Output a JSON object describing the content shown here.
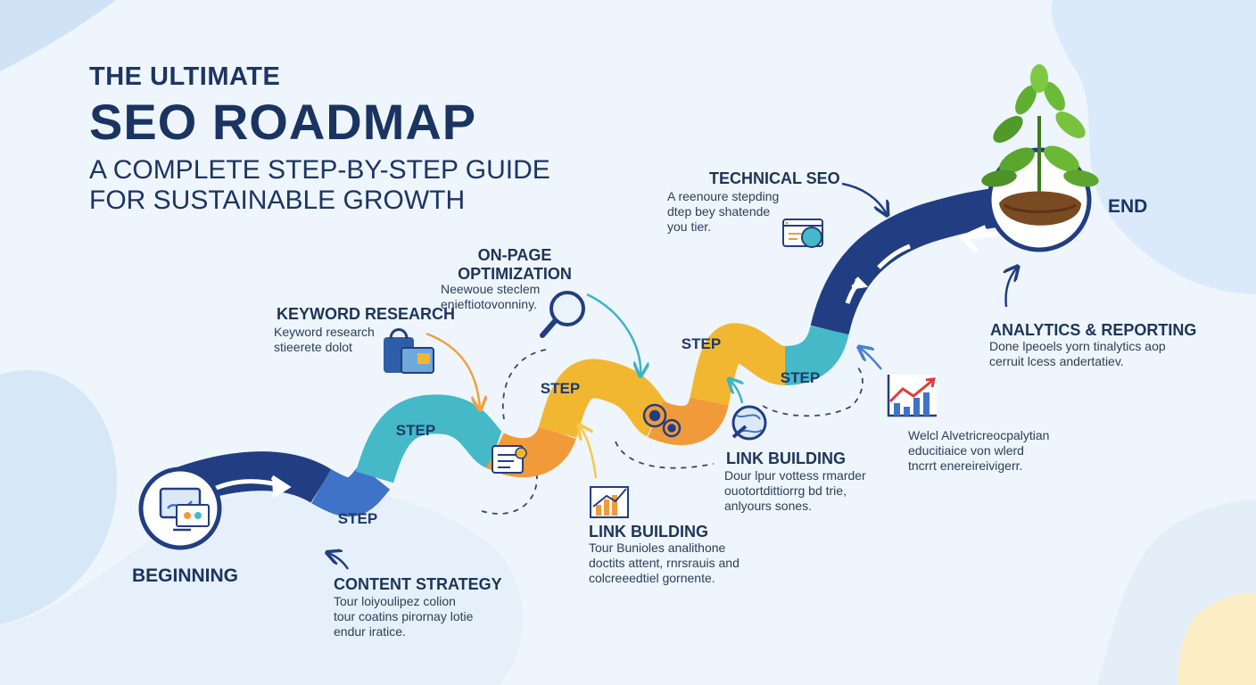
{
  "title": {
    "line1": "THE ULTIMATE",
    "line2": "SEO ROADMAP",
    "subtitle": "A COMPLETE STEP-BY-STEP GUIDE FOR SUSTAINABLE GROWTH"
  },
  "markers": {
    "beginning": "BEGINNING",
    "end": "END"
  },
  "step_label": "STEP",
  "stages": [
    {
      "label": "KEYWORD RESEARCH",
      "description": "Keyword research stieerete dolot"
    },
    {
      "label": "ON-PAGE OPTIMIZATION",
      "description": "Neewoue steclem enieftiotovonniny."
    },
    {
      "label": "TECHNICAL SEO",
      "description": "A reenoure stepding dtep bey shatende you tier."
    },
    {
      "label": "ANALYTICS & REPORTING",
      "description": "Done lpeoels yorn tinalytics aop cerruit lcess andertatiev."
    },
    {
      "label": "LINK BUILDING",
      "description": "Dour lpur vottess rmarder ouotortdittiorrg bd trie, anlyours sones."
    },
    {
      "label": "LINK BUILDING",
      "description": "Tour Bunioles analithone doctits attent, rnrsrauis and colcreeedtiel gornente."
    },
    {
      "label": "CONTENT STRATEGY",
      "description": "Tour loiyoulipez colion tour coatins pirornay lotie endur iratice."
    }
  ],
  "analytics_extra": "Welcl Alvetricreocpalytian educitiaice von wlerd tncrrt enereireivigerr.",
  "colors": {
    "navy": "#223e82",
    "blue": "#3f73c8",
    "teal": "#45b9c8",
    "yellow": "#f2b731",
    "orange": "#f19a3a",
    "arrow_orange": "#f0a040",
    "arrow_teal": "#3db3c6",
    "arrow_yellow": "#f5c94a",
    "text_dark": "#1a3462"
  },
  "icons": [
    "monitor-icon",
    "shopping-icon",
    "magnifier-icon",
    "document-icon",
    "gears-icon",
    "browser-icon",
    "chart-icon",
    "globe-icon",
    "chart-up-icon",
    "plant-icon"
  ]
}
